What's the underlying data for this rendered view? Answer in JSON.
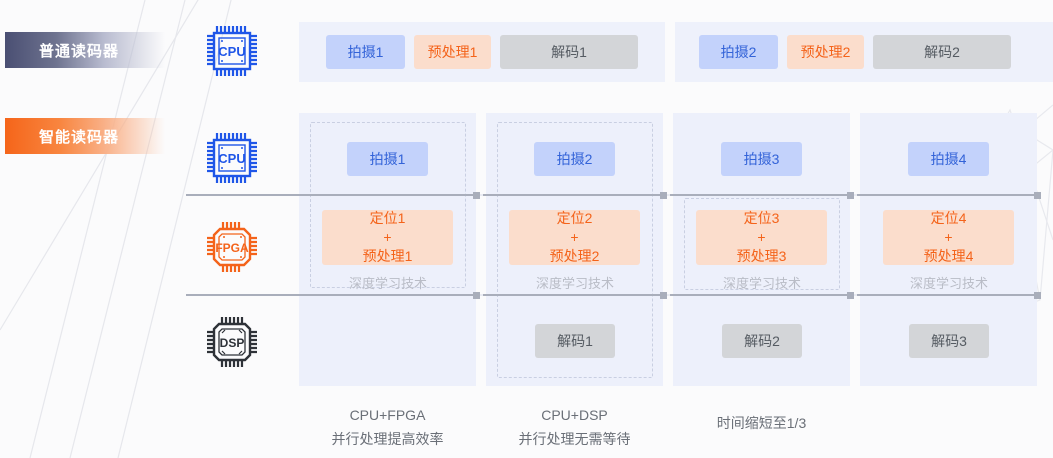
{
  "rows": {
    "standard_label": "普通读码器",
    "smart_label": "智能读码器"
  },
  "chips": {
    "cpu": "CPU",
    "fpga": "FPGA",
    "dsp": "DSP"
  },
  "icons": {
    "cpu": "cpu-chip-icon",
    "fpga": "fpga-chip-icon",
    "dsp": "dsp-chip-icon"
  },
  "colors": {
    "capture_bg": "#c3d2fb",
    "capture_text": "#3363d8",
    "preproc_bg": "#fbddcc",
    "preproc_text": "#f4631a",
    "decode_bg": "#d3d5d8",
    "decode_text": "#555b62",
    "panel_bg": "#eef1fb",
    "standard_accent": "#4a4f73",
    "smart_accent": "#f5651a"
  },
  "standard_row": {
    "groups": [
      {
        "capture": "拍摄1",
        "preprocess": "预处理1",
        "decode": "解码1"
      },
      {
        "capture": "拍摄2",
        "preprocess": "预处理2",
        "decode": "解码2"
      }
    ]
  },
  "smart_row": {
    "deep_learning_label": "深度学习技术",
    "columns": [
      {
        "capture": "拍摄1",
        "locate_pre": {
          "line1": "定位1",
          "line2": "+",
          "line3": "预处理1"
        },
        "decode": ""
      },
      {
        "capture": "拍摄2",
        "locate_pre": {
          "line1": "定位2",
          "line2": "+",
          "line3": "预处理2"
        },
        "decode": "解码1"
      },
      {
        "capture": "拍摄3",
        "locate_pre": {
          "line1": "定位3",
          "line2": "+",
          "line3": "预处理3"
        },
        "decode": "解码2"
      },
      {
        "capture": "拍摄4",
        "locate_pre": {
          "line1": "定位4",
          "line2": "+",
          "line3": "预处理4"
        },
        "decode": "解码3"
      }
    ]
  },
  "captions": [
    {
      "line1": "CPU+FPGA",
      "line2": "并行处理提高效率"
    },
    {
      "line1": "CPU+DSP",
      "line2": "并行处理无需等待"
    },
    {
      "line1": "时间缩短至1/3",
      "line2": ""
    }
  ]
}
